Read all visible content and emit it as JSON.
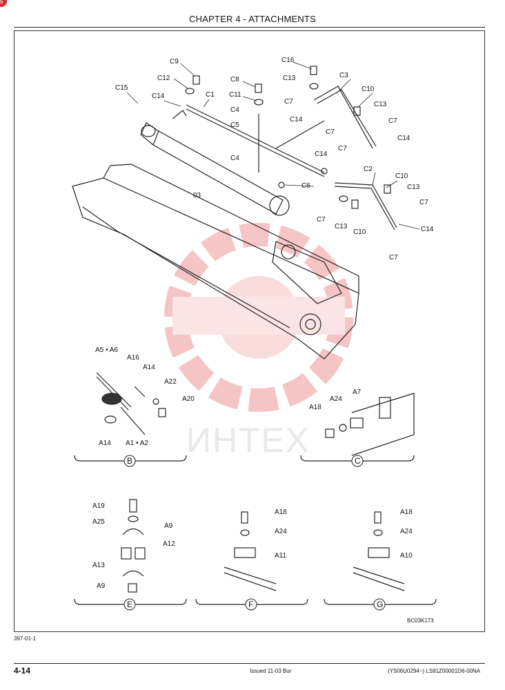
{
  "header": {
    "chapter": "CHAPTER 4 - ATTACHMENTS",
    "corner_badge": "5"
  },
  "watermark": {
    "text": "ИНТЕХ",
    "color": "#f5c9c9"
  },
  "figure": {
    "code": "BC03K173",
    "main_labels": [
      "C9",
      "C12",
      "C1",
      "C15",
      "C14",
      "C8",
      "C11",
      "C4",
      "C5",
      "C4",
      "03",
      "C16",
      "C13",
      "C3",
      "C7",
      "C14",
      "C7",
      "C10",
      "C13",
      "C7",
      "C14",
      "C14",
      "C7",
      "C6",
      "C2",
      "C10",
      "C13",
      "C7",
      "C7",
      "C13",
      "C10",
      "C14",
      "C7"
    ],
    "sections": {
      "B": {
        "letter": "B",
        "labels": [
          "A5 • A6",
          "A16",
          "A14",
          "A22",
          "A20",
          "A14",
          "A1 • A2"
        ]
      },
      "C": {
        "letter": "C",
        "labels": [
          "A18",
          "A24",
          "A7"
        ]
      },
      "E": {
        "letter": "E",
        "labels": [
          "A19",
          "A25",
          "A9",
          "A12",
          "A13",
          "A9"
        ]
      },
      "F": {
        "letter": "F",
        "labels": [
          "A18",
          "A24",
          "A11"
        ]
      },
      "G": {
        "letter": "G",
        "labels": [
          "A18",
          "A24",
          "A10"
        ]
      }
    }
  },
  "footer": {
    "doc_ref": "397-01-1",
    "page": "4-14",
    "issued": "Issued 11-03   Bur",
    "code": "(YS06U0294~)   LS91Z00001D6-00NA"
  }
}
